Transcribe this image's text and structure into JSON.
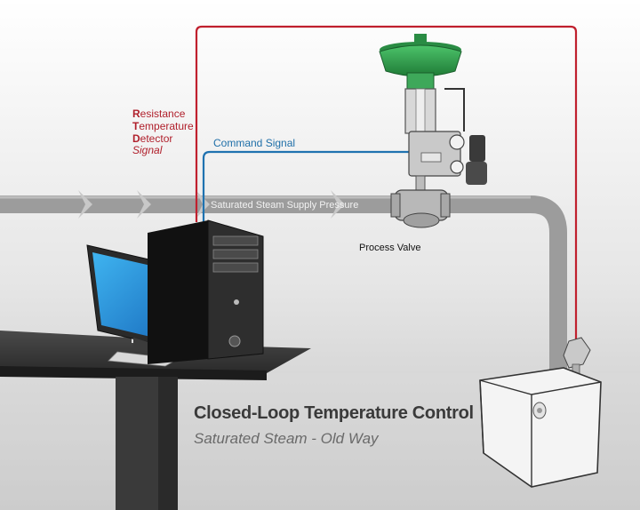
{
  "labels": {
    "rtd_line1_initial": "R",
    "rtd_line1_rest": "esistance",
    "rtd_line2_initial": "T",
    "rtd_line2_rest": "emperature",
    "rtd_line3_initial": "D",
    "rtd_line3_rest": "etector",
    "rtd_line4": "Signal",
    "command_signal": "Command Signal",
    "supply_pressure": "Saturated Steam Supply Pressure",
    "process_valve": "Process Valve"
  },
  "caption": {
    "title": "Closed-Loop Temperature Control",
    "subtitle": "Saturated Steam - Old Way"
  },
  "colors": {
    "rtd_signal": "#c0202e",
    "command_signal": "#1f72b0",
    "pipe": "#9a9a9a",
    "valve_actuator": "#2e9a4a",
    "monitor_screen": "#1e8fd6"
  }
}
